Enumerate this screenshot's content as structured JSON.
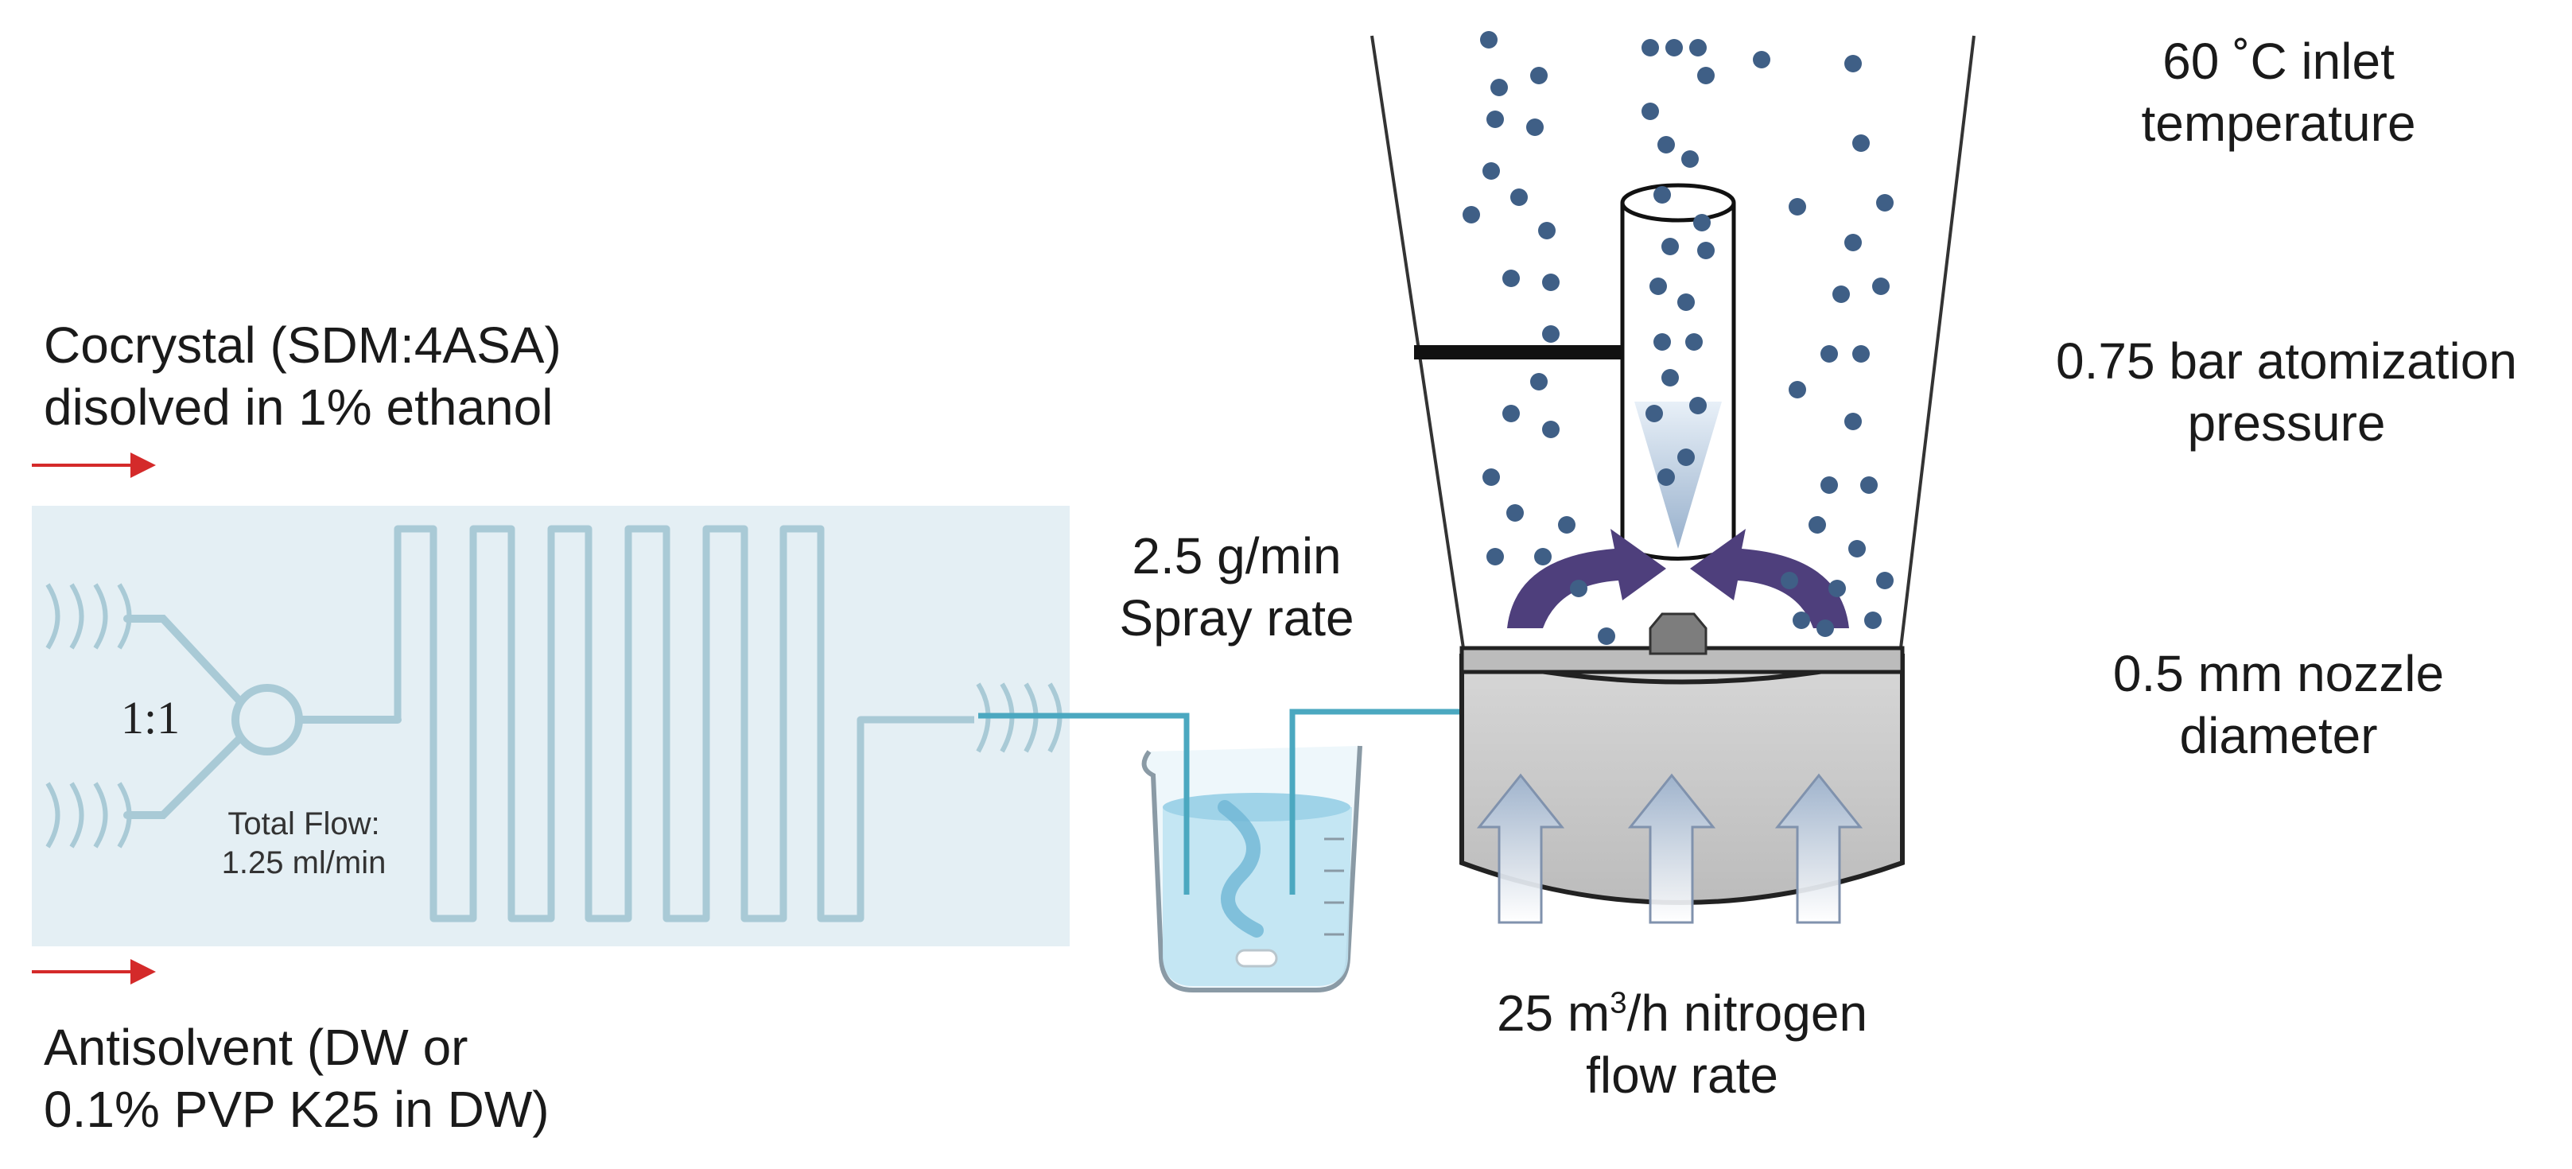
{
  "labels": {
    "cocrystal_line1": "Cocrystal (SDM:4ASA)",
    "cocrystal_line2": "disolved in 1% ethanol",
    "antisolvent_line1": "Antisolvent (DW or",
    "antisolvent_line2": "0.1% PVP K25 in DW)",
    "ratio": "1:1",
    "total_flow_line1": "Total Flow:",
    "total_flow_line2": "1.25 ml/min",
    "spray_rate_line1": "2.5 g/min",
    "spray_rate_line2": "Spray rate",
    "inlet_temp_line1": "60 ˚C inlet",
    "inlet_temp_line2": "temperature",
    "atomization_line1": "0.75 bar atomization",
    "atomization_line2": "pressure",
    "nozzle_line1": "0.5 mm nozzle",
    "nozzle_line2": "diameter",
    "nitrogen_prefix": "25 m",
    "nitrogen_sup": "3",
    "nitrogen_suffix": "/h nitrogen",
    "nitrogen_line2": "flow rate"
  },
  "colors": {
    "microfluidic_bg": "#e4eff4",
    "channel": "#a9cad6",
    "tubing": "#4ba8c0",
    "arrow_red": "#d42a2a",
    "particle": "#3f5f86",
    "swirl_arrow": "#4e3f7c",
    "chamber_gray": "#cfcfcf",
    "water": "#bfe3f2"
  }
}
